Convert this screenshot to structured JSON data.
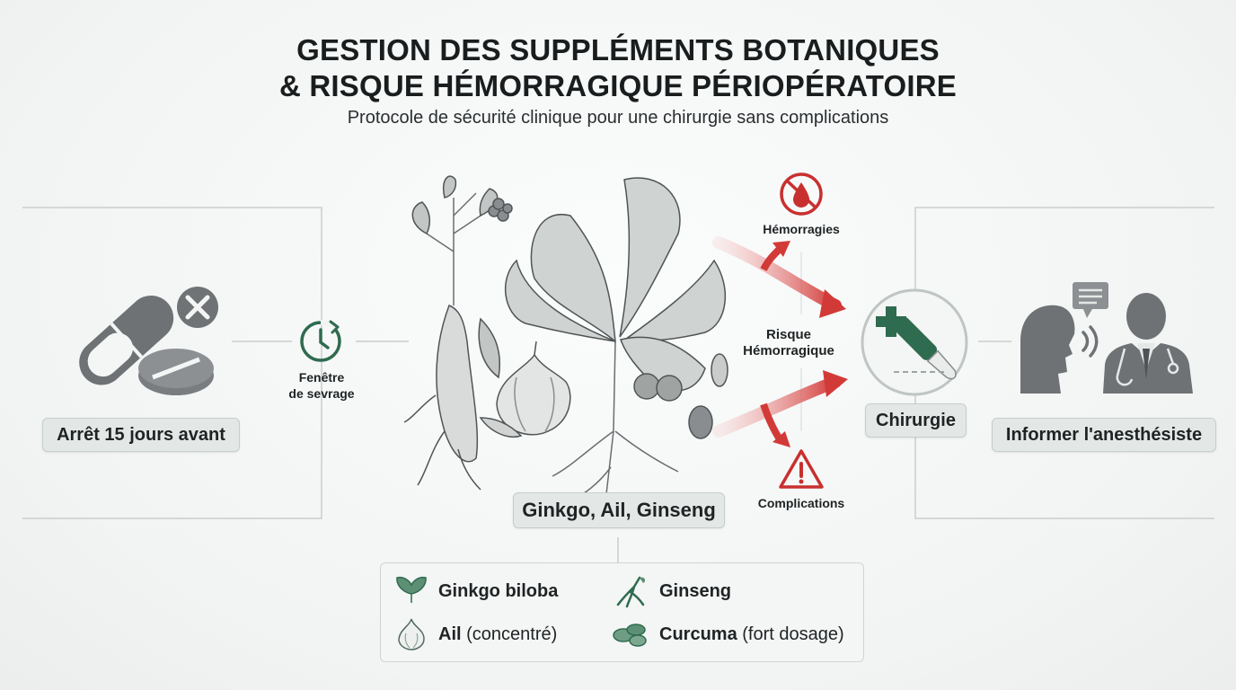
{
  "header": {
    "title_line1": "GESTION DES SUPPLÉMENTS BOTANIQUES",
    "title_line2": "& RISQUE HÉMORRAGIQUE PÉRIOPÉRATOIRE",
    "subtitle": "Protocole de sécurité clinique pour une chirurgie sans complications"
  },
  "left": {
    "stop_label": "Arrêt 15 jours avant",
    "window_label_line1": "Fenêtre",
    "window_label_line2": "de sevrage"
  },
  "center": {
    "plants_label": "Ginkgo, Ail, Ginseng"
  },
  "risks": {
    "top": "Hémorragies",
    "middle_line1": "Risque",
    "middle_line2": "Hémorragique",
    "bottom": "Complications"
  },
  "right": {
    "surgery_label": "Chirurgie",
    "anesthesist_label": "Informer l'anesthésiste"
  },
  "legend": {
    "items": [
      {
        "name": "Ginkgo biloba",
        "note": "",
        "icon": "ginkgo-leaf-icon"
      },
      {
        "name": "Ginseng",
        "note": "",
        "icon": "ginseng-root-icon"
      },
      {
        "name": "Ail",
        "note": "(concentré)",
        "icon": "garlic-icon"
      },
      {
        "name": "Curcuma",
        "note": "(fort dosage)",
        "icon": "turmeric-icon"
      }
    ]
  },
  "colors": {
    "accent_green": "#2f6b4f",
    "danger_red": "#c8302f",
    "icon_gray": "#6b6e70"
  }
}
